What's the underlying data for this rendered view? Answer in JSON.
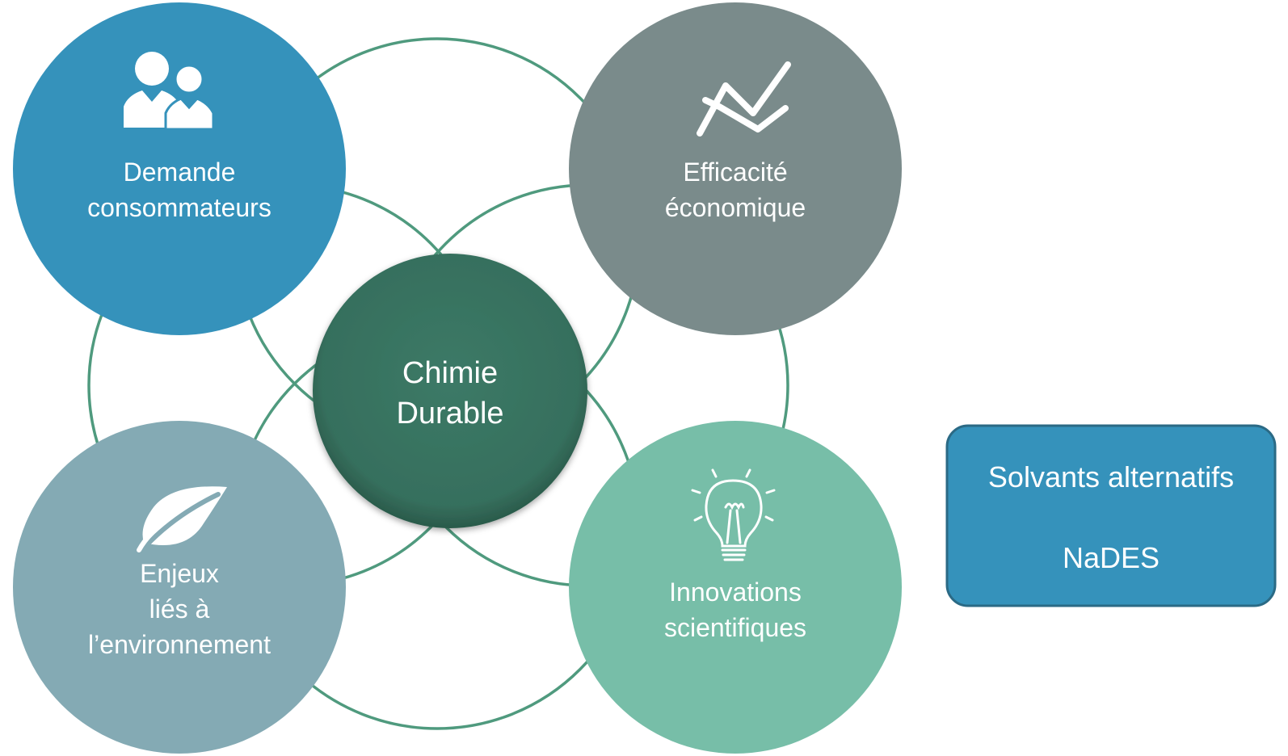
{
  "colors": {
    "consumer": "#3592bb",
    "economic": "#7a8b8b",
    "environment": "#84aab4",
    "innovation": "#77bea8",
    "center": "#387462",
    "ring": "#4f9a7e",
    "box": "#3592bb"
  },
  "center": {
    "line1": "Chimie",
    "line2": "Durable"
  },
  "nodes": {
    "consumer": {
      "line1": "Demande",
      "line2": "consommateurs",
      "icon": "users-icon"
    },
    "economic": {
      "line1": "Efficacité",
      "line2": "économique",
      "icon": "trend-icon"
    },
    "environment": {
      "line1": "Enjeux",
      "line2": "liés à",
      "line3": "l’environnement",
      "icon": "leaf-icon"
    },
    "innovation": {
      "line1": "Innovations",
      "line2": "scientifiques",
      "icon": "lightbulb-icon"
    }
  },
  "side_box": {
    "line1": "Solvants alternatifs",
    "line2": "NaDES"
  }
}
